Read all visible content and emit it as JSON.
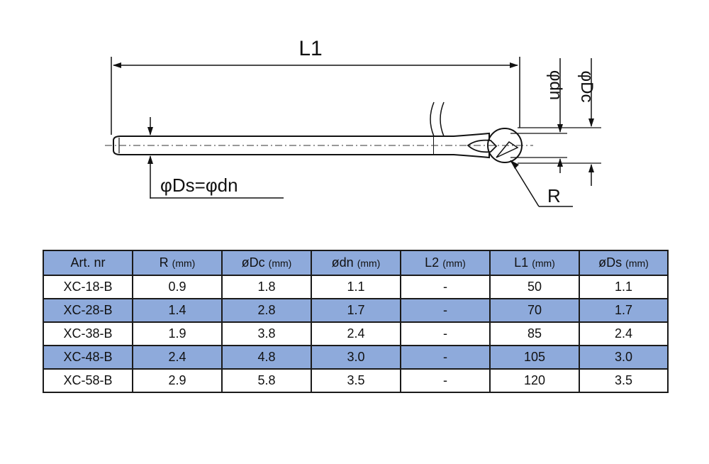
{
  "drawing": {
    "label_l1": "L1",
    "label_dn": "φdn",
    "label_dc": "φDc",
    "label_ds_dn": "φDs=φdn",
    "label_r": "R"
  },
  "table": {
    "headers": [
      {
        "name": "Art. nr",
        "unit": ""
      },
      {
        "name": "R",
        "unit": "(mm)"
      },
      {
        "name": "øDc",
        "unit": "(mm)"
      },
      {
        "name": "ødn",
        "unit": "(mm)"
      },
      {
        "name": "L2",
        "unit": "(mm)"
      },
      {
        "name": "L1",
        "unit": "(mm)"
      },
      {
        "name": "øDs",
        "unit": "(mm)"
      }
    ],
    "rows": [
      [
        "XC-18-B",
        "0.9",
        "1.8",
        "1.1",
        "-",
        "50",
        "1.1"
      ],
      [
        "XC-28-B",
        "1.4",
        "2.8",
        "1.7",
        "-",
        "70",
        "1.7"
      ],
      [
        "XC-38-B",
        "1.9",
        "3.8",
        "2.4",
        "-",
        "85",
        "2.4"
      ],
      [
        "XC-48-B",
        "2.4",
        "4.8",
        "3.0",
        "-",
        "105",
        "3.0"
      ],
      [
        "XC-58-B",
        "2.9",
        "5.8",
        "3.5",
        "-",
        "120",
        "3.5"
      ]
    ]
  }
}
